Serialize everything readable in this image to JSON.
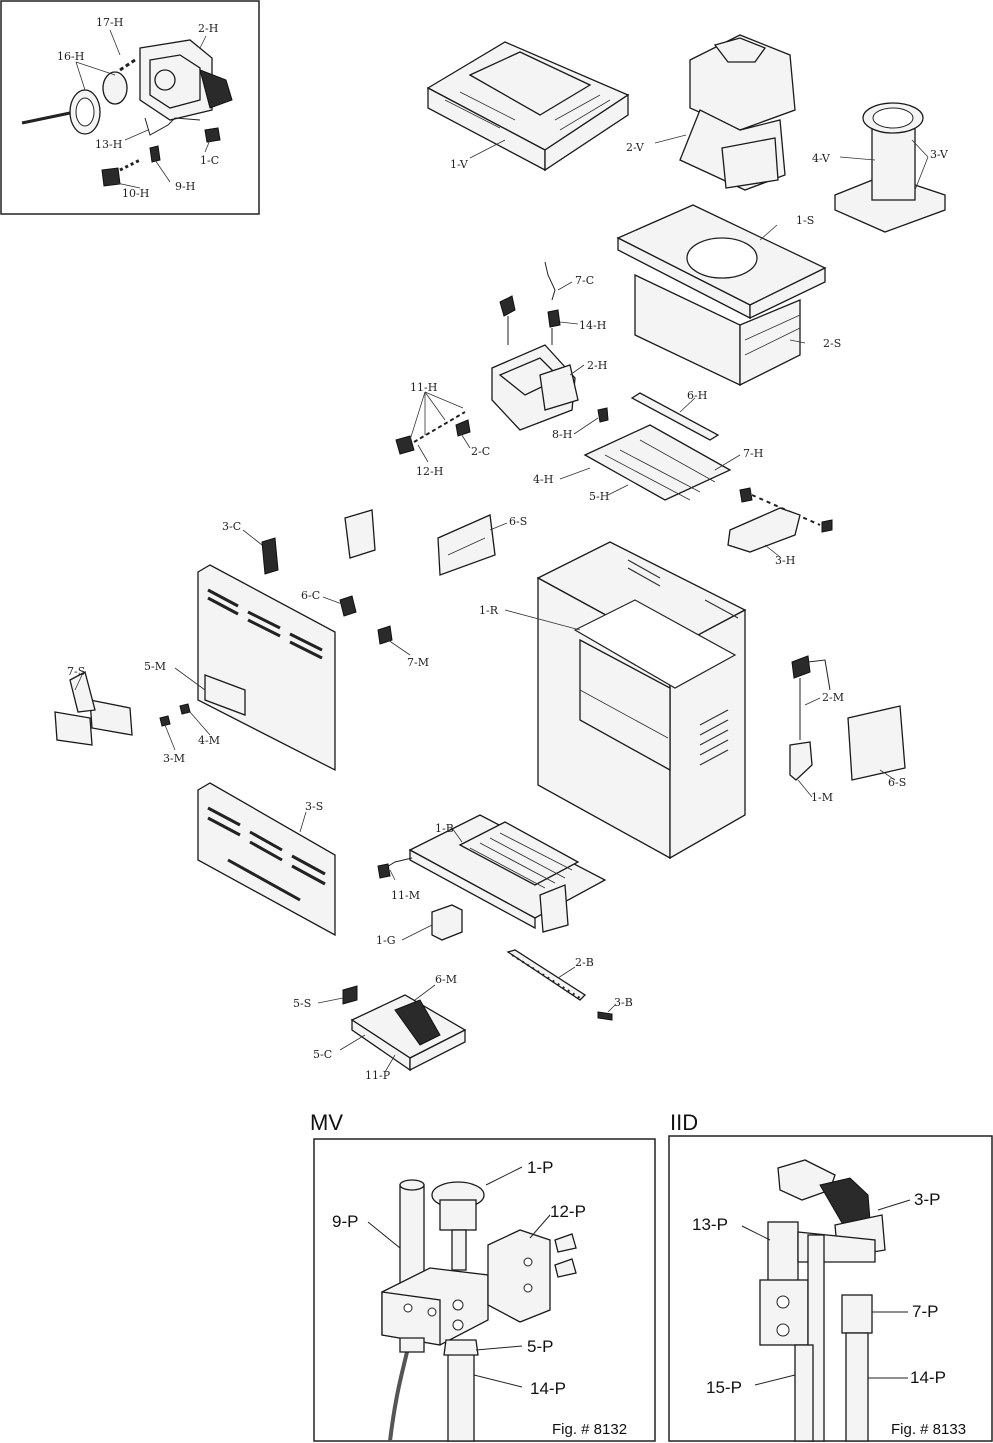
{
  "labels": {
    "l_17H": "17-H",
    "l_2H_inset": "2-H",
    "l_16H": "16-H",
    "l_13H": "13-H",
    "l_1C": "1-C",
    "l_9H": "9-H",
    "l_10H": "10-H",
    "l_1V": "1-V",
    "l_2V": "2-V",
    "l_4V": "4-V",
    "l_3V": "3-V",
    "l_1S": "1-S",
    "l_2S": "2-S",
    "l_7C": "7-C",
    "l_14H": "14-H",
    "l_2H": "2-H",
    "l_11H": "11-H",
    "l_2C": "2-C",
    "l_12H": "12-H",
    "l_6H": "6-H",
    "l_8H": "8-H",
    "l_7H": "7-H",
    "l_4H": "4-H",
    "l_5H": "5-H",
    "l_3H": "3-H",
    "l_3C": "3-C",
    "l_6S_top": "6-S",
    "l_6C": "6-C",
    "l_7M": "7-M",
    "l_1R": "1-R",
    "l_5M": "5-M",
    "l_7S": "7-S",
    "l_4M": "4-M",
    "l_3M": "3-M",
    "l_2M": "2-M",
    "l_6S_right": "6-S",
    "l_1M": "1-M",
    "l_3S": "3-S",
    "l_1B": "1-B",
    "l_11M": "11-M",
    "l_1G": "1-G",
    "l_2B": "2-B",
    "l_3B": "3-B",
    "l_5S": "5-S",
    "l_6M": "6-M",
    "l_5C": "5-C",
    "l_11P": "11-P"
  },
  "mv": {
    "heading": "MV",
    "l_1P": "1-P",
    "l_9P": "9-P",
    "l_12P": "12-P",
    "l_5P": "5-P",
    "l_14P": "14-P",
    "fig": "Fig. # 8132"
  },
  "iid": {
    "heading": "IID",
    "l_3P": "3-P",
    "l_13P": "13-P",
    "l_7P": "7-P",
    "l_14P": "14-P",
    "l_15P": "15-P",
    "fig": "Fig. # 8133"
  }
}
